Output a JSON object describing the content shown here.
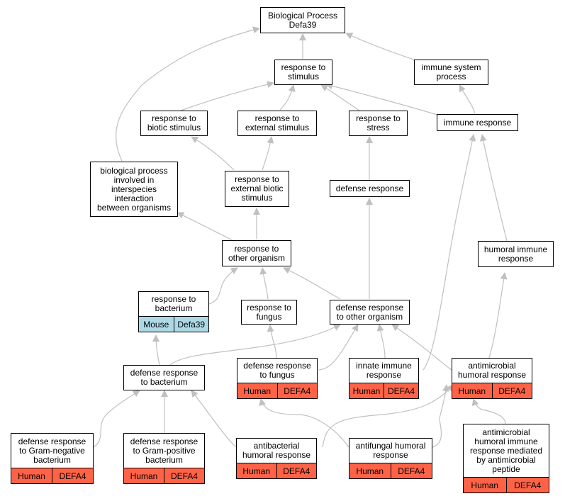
{
  "colors": {
    "human": "#ff6347",
    "mouse": "#add8e6",
    "edge": "#c0c0c0"
  },
  "nodes": {
    "root": "Biological Process\nDefa39",
    "response_to_stimulus": "response to\nstimulus",
    "immune_system_process": "immune system\nprocess",
    "response_to_biotic_stimulus": "response to\nbiotic stimulus",
    "response_to_external_stimulus": "response to\nexternal stimulus",
    "response_to_stress": "response to\nstress",
    "immune_response": "immune response",
    "interspecies_interaction": "biological process\ninvolved in\ninterspecies\ninteraction\nbetween organisms",
    "response_to_external_biotic_stimulus": "response to\nexternal biotic\nstimulus",
    "defense_response": "defense response",
    "response_to_other_organism": "response to\nother organism",
    "humoral_immune_response": "humoral immune\nresponse",
    "response_to_bacterium": "response to\nbacterium",
    "response_to_fungus": "response to\nfungus",
    "defense_response_to_other_organism": "defense response\nto other organism",
    "defense_response_to_bacterium": "defense response\nto bacterium",
    "defense_response_to_fungus": "defense response\nto fungus",
    "innate_immune_response": "innate immune\nresponse",
    "antimicrobial_humoral_response": "antimicrobial\nhumoral response",
    "defense_response_gram_negative": "defense response\nto Gram-negative\nbacterium",
    "defense_response_gram_positive": "defense response\nto Gram-positive\nbacterium",
    "antibacterial_humoral_response": "antibacterial\nhumoral response",
    "antifungal_humoral_response": "antifungal humoral\nresponse",
    "antimicrobial_peptide_response": "antimicrobial\nhumoral immune\nresponse mediated\nby antimicrobial\npeptide"
  },
  "annotations": {
    "mouse_defa39": {
      "species": "Mouse",
      "gene": "Defa39"
    },
    "human_defa4": {
      "species": "Human",
      "gene": "DEFA4"
    }
  }
}
